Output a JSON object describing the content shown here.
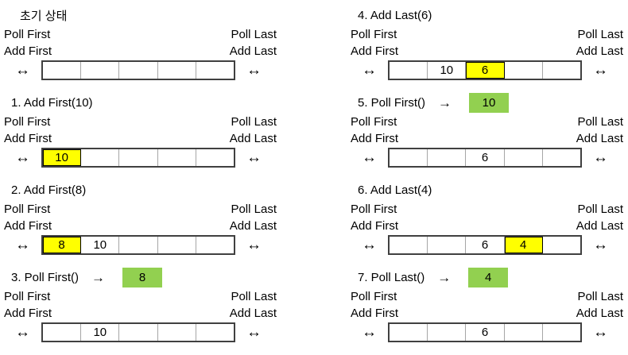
{
  "colors": {
    "highlight_yellow": "#FFFF00",
    "result_green": "#92D050",
    "array_border": "#404040",
    "cell_divider": "#a6a6a6"
  },
  "labels": {
    "poll_first": "Poll First",
    "poll_last": "Poll Last",
    "add_first": "Add First",
    "add_last": "Add Last",
    "arrow_bidirectional": "↔",
    "arrow_right": "→"
  },
  "panels": [
    {
      "title": "초기 상태",
      "result": null,
      "cells": [
        "",
        "",
        "",
        "",
        ""
      ],
      "highlight": -1
    },
    {
      "title": "1. Add First(10)",
      "result": null,
      "cells": [
        "10",
        "",
        "",
        "",
        ""
      ],
      "highlight": 0
    },
    {
      "title": "2. Add First(8)",
      "result": null,
      "cells": [
        "8",
        "10",
        "",
        "",
        ""
      ],
      "highlight": 0
    },
    {
      "title": "3. Poll First()",
      "result": "8",
      "cells": [
        "",
        "10",
        "",
        "",
        ""
      ],
      "highlight": -1
    },
    {
      "title": "4. Add Last(6)",
      "result": null,
      "cells": [
        "",
        "10",
        "6",
        "",
        ""
      ],
      "highlight": 2
    },
    {
      "title": "5. Poll First()",
      "result": "10",
      "cells": [
        "",
        "",
        "6",
        "",
        ""
      ],
      "highlight": -1
    },
    {
      "title": "6. Add Last(4)",
      "result": null,
      "cells": [
        "",
        "",
        "6",
        "4",
        ""
      ],
      "highlight": 3
    },
    {
      "title": "7. Poll Last()",
      "result": "4",
      "cells": [
        "",
        "",
        "6",
        "",
        ""
      ],
      "highlight": -1
    }
  ]
}
